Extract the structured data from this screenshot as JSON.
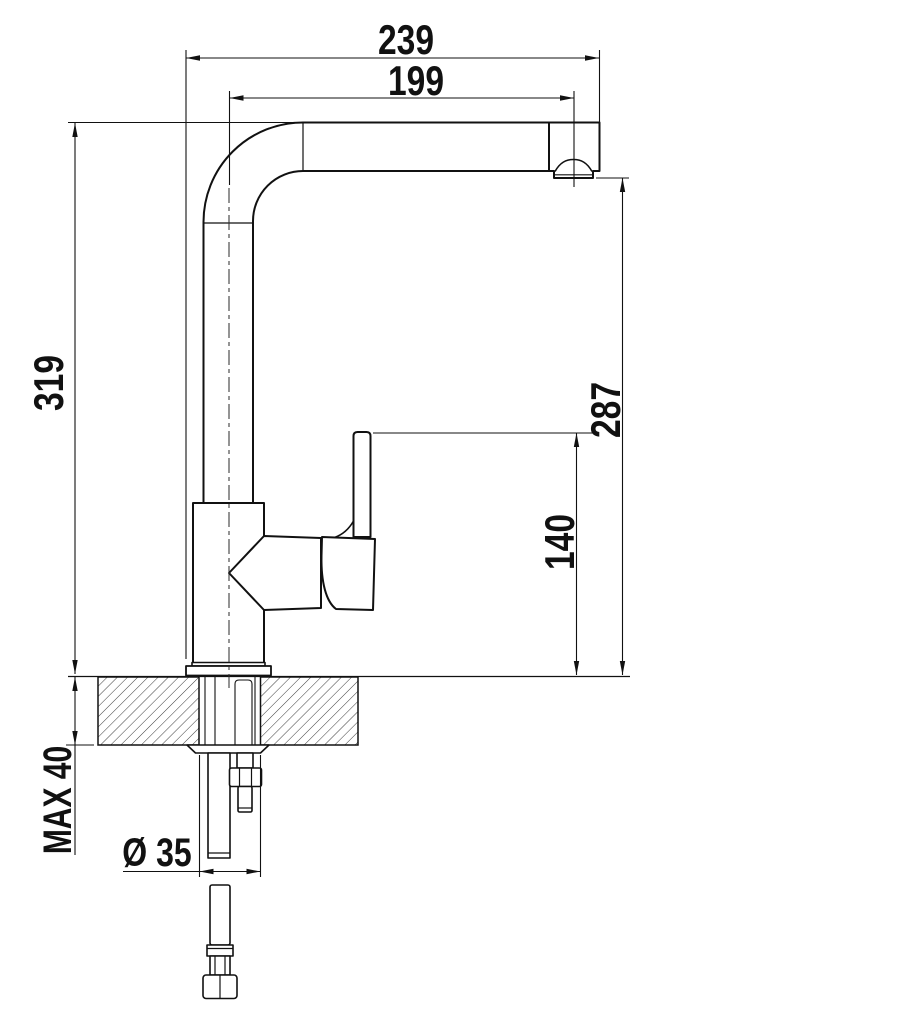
{
  "drawing": {
    "subject": "kitchen-faucet-side-elevation-technical-drawing",
    "background_color": "#ffffff",
    "line_color": "#111111",
    "labels": {
      "total_width": "239",
      "spout_reach": "199",
      "total_height": "319",
      "outlet_height": "287",
      "handle_height": "140",
      "counter_thickness_max": "MAX 40",
      "hole_diameter": "Ø 35"
    }
  }
}
